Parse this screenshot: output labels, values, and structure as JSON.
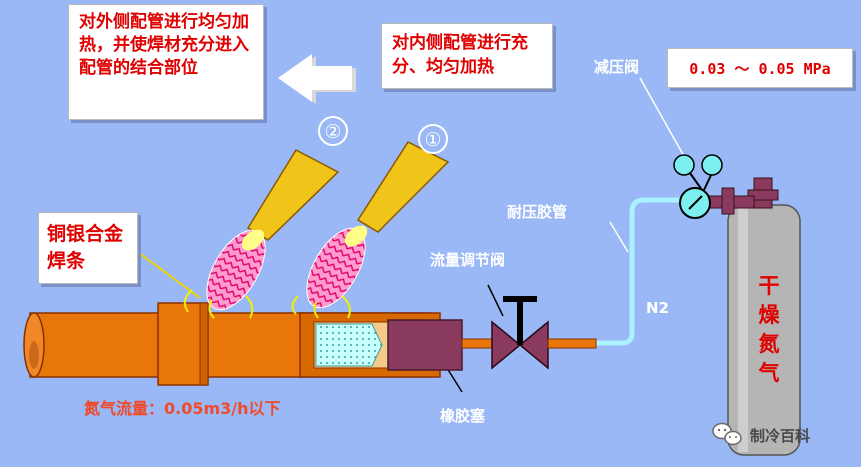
{
  "callouts": {
    "outer_heating": "对外侧配管进行均匀加热，并使焊材充分进入配管的结合部位",
    "inner_heating": "对内侧配管进行充分、均匀加热",
    "pressure_range": "0.03 ～ 0.05 MPa",
    "filler_rod": "铜银合金焊条"
  },
  "labels": {
    "relief_valve": "减压阀",
    "pressure_hose": "耐压胶管",
    "flow_valve": "流量调节阀",
    "gas": "N2",
    "rubber_plug": "橡胶塞",
    "nitrogen_flow": "氮气流量：0.05m3/h以下"
  },
  "torches": {
    "second": "②",
    "first": "①"
  },
  "cylinder": {
    "chars": [
      "干",
      "燥",
      "氮",
      "气"
    ]
  },
  "watermark": {
    "text": "制冷百科",
    "icon": "wechat-icon"
  },
  "colors": {
    "background": "#99b8f5",
    "pipe": "#e8760a",
    "flame": "#f0c418",
    "valve": "#8a3a5c",
    "hose": "#aaf2ff",
    "cylinder": "#b5b5b5",
    "callout_text": "#e00000"
  }
}
